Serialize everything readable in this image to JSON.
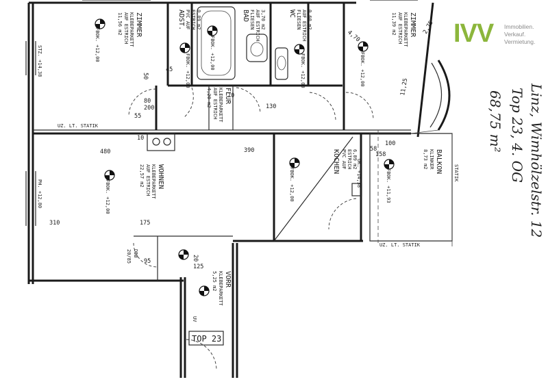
{
  "logo": {
    "mark": "IVV",
    "lines": [
      "Immobilien.",
      "Verkauf.",
      "Vermietung."
    ],
    "mark_color": "#8cb63c",
    "text_color": "#8a8a8a"
  },
  "handwritten": {
    "line1": "Linz, Wimhölzelstr. 12",
    "line2": "Top 23, 4. OG",
    "line3": "68,75 m²"
  },
  "rooms": [
    {
      "id": "zimmer1",
      "name": "ZIMMER",
      "floor": [
        "KLEBEPARKETT",
        "AUF ESTRICH"
      ],
      "area": "11,56 m2"
    },
    {
      "id": "adst",
      "name": "ADST.",
      "floor": [
        "PVC AUF",
        "ESTRICH"
      ],
      "area": "0,89 m2"
    },
    {
      "id": "bad",
      "name": "BAD",
      "floor": [
        "FLIESEN",
        "AUF ESTRICH"
      ],
      "area": "3,70 m2"
    },
    {
      "id": "wc",
      "name": "WC",
      "floor": [
        "FLIESEN",
        "AUF ESTRICH"
      ],
      "area": "0,60 m2"
    },
    {
      "id": "zimmer2",
      "name": "ZIMMER",
      "floor": [
        "KLEBEPARKETT",
        "AUF ESTRICH"
      ],
      "area": "11,39 m2"
    },
    {
      "id": "flur",
      "name": "FLUR",
      "floor": [
        "KLEBEPARKETT",
        "AUF ESTRICH"
      ],
      "area": "4,20 m2"
    },
    {
      "id": "kochen",
      "name": "KOCHEN",
      "floor": [
        "PVC AUF",
        "ESTRICH"
      ],
      "area": "6,09 m2"
    },
    {
      "id": "balkon",
      "name": "BALKON",
      "floor": [
        "KLINKER"
      ],
      "area": "8,73 m2"
    },
    {
      "id": "wohnen",
      "name": "WOHNEN",
      "floor": [
        "KLEBEPARKETT",
        "AUF ESTRICH"
      ],
      "area": "22,57 m2"
    },
    {
      "id": "vorr",
      "name": "VORR",
      "floor": [
        "KLEBEPARKETT"
      ],
      "area": "5,25 m2"
    }
  ],
  "fbok": {
    "plus12": "FBOK. +12,00",
    "balkon": "FBOK. +11,93"
  },
  "dims": [
    "45",
    "50",
    "80",
    "200",
    "130",
    "70",
    "55",
    "10",
    "480",
    "390",
    "58",
    "100",
    "158",
    "310",
    "175",
    "95",
    "125",
    "20",
    "4,70",
    "2,75",
    "11,25"
  ],
  "sturz": {
    "stz": "STZ. +14,38",
    "ph": "PH. +12,80",
    "uz_ost": "UZ. LT. STATIK",
    "uz_k": "UK. +14,38",
    "statik": "STATIK"
  },
  "misc": {
    "top": "TOP 23",
    "ddb": "DDB",
    "ddb_dims": "20/85",
    "uv": "UV"
  }
}
